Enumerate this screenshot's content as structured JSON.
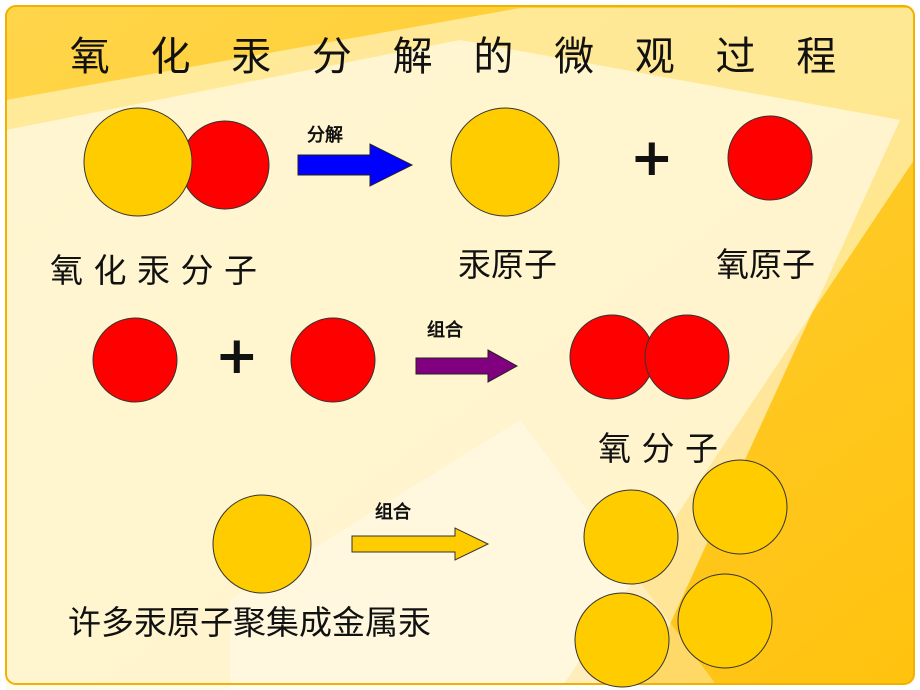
{
  "title": "氧 化 汞 分 解 的 微 观 过 程",
  "labels": {
    "mercury_oxide_molecule": "氧 化 汞 分 子",
    "mercury_atom": "汞原子",
    "oxygen_atom": "氧原子",
    "oxygen_molecule": "氧 分 子",
    "metal_mercury": "许多汞原子聚集成金属汞"
  },
  "arrows": {
    "decompose": "分解",
    "combine_1": "组合",
    "combine_2": "组合"
  },
  "symbols": {
    "plus_1": "+",
    "plus_2": "+"
  },
  "colors": {
    "mercury": "#ffcc00",
    "oxygen": "#ff0000",
    "arrow_decompose": "#0000ff",
    "arrow_combine_1": "#800080",
    "arrow_combine_2": "#ffcc00",
    "background_accent": "#ffc61a"
  }
}
